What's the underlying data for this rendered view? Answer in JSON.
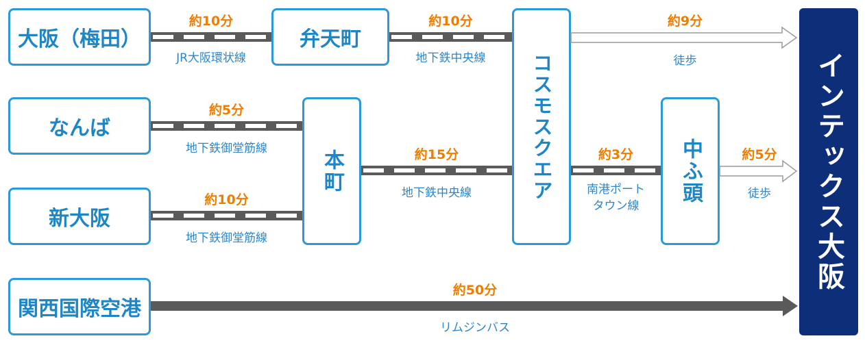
{
  "origins": {
    "umeda": "大阪（梅田）",
    "namba": "なんば",
    "shin_osaka": "新大阪",
    "kansai_airport": "関西国際空港"
  },
  "stations": {
    "bentencho": "弁天町",
    "honmachi": "本町",
    "cosmo_square": "コスモスクエア",
    "nakafuto": "中ふ頭"
  },
  "destination": "インテックス大阪",
  "routes": {
    "umeda_bentencho": {
      "time": "約10分",
      "line": "JR大阪環状線"
    },
    "bentencho_cosmo": {
      "time": "約10分",
      "line": "地下鉄中央線"
    },
    "cosmo_dest": {
      "time": "約9分",
      "line": "徒歩"
    },
    "namba_honmachi": {
      "time": "約5分",
      "line": "地下鉄御堂筋線"
    },
    "shinosaka_honmachi": {
      "time": "約10分",
      "line": "地下鉄御堂筋線"
    },
    "honmachi_cosmo": {
      "time": "約15分",
      "line": "地下鉄中央線"
    },
    "cosmo_nakafuto": {
      "time": "約3分",
      "line": "南港ポート\nタウン線"
    },
    "nakafuto_dest": {
      "time": "約5分",
      "line": "徒歩"
    },
    "airport_dest": {
      "time": "約50分",
      "line": "リムジンバス"
    }
  },
  "colors": {
    "box_border": "#2c9ad6",
    "box_text": "#1f86c6",
    "destination_bg": "#0d2e79",
    "time_text": "#ef7d00",
    "rail": "#5a5a5a",
    "walk_arrow": "#9a9a9a",
    "bus_arrow": "#5a5a5a"
  }
}
